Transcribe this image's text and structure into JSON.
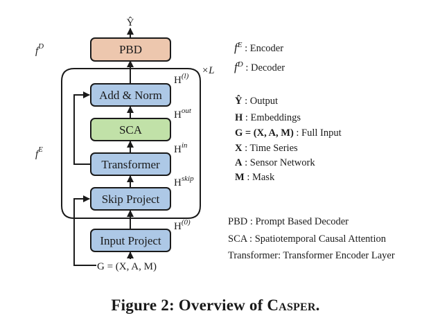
{
  "diagram": {
    "output_label": "Ŷ",
    "blocks": {
      "pbd": "PBD",
      "add_norm": "Add & Norm",
      "sca": "SCA",
      "transformer": "Transformer",
      "skip_project": "Skip Project",
      "input_project": "Input Project"
    },
    "input_label": "G = (X, A, M)",
    "repeat_label": "×L",
    "side_labels": {
      "decoder_f": "f",
      "decoder_sup": "D",
      "encoder_f": "f",
      "encoder_sup": "E"
    },
    "embeddings": [
      {
        "base": "H",
        "sup": "(l)"
      },
      {
        "base": "H",
        "sup": "out"
      },
      {
        "base": "H",
        "sup": "in"
      },
      {
        "base": "H",
        "sup": "skip"
      },
      {
        "base": "H",
        "sup": "(0)"
      }
    ],
    "colors": {
      "pbd_fill": "#EDC7AE",
      "blue_fill": "#ADC8E6",
      "green_fill": "#C1E1A8",
      "stroke": "#1a1a1a"
    }
  },
  "legend": {
    "group1": [
      {
        "symbol": "f",
        "sup": "E",
        "desc": ": Encoder"
      },
      {
        "symbol": "f",
        "sup": "D",
        "desc": ": Decoder"
      }
    ],
    "group2": [
      {
        "symbol": "Ŷ",
        "desc": " : Output"
      },
      {
        "symbol": "H",
        "desc": " : Embeddings"
      },
      {
        "symbol": "G = (X, A, M)",
        "desc": " : Full Input"
      },
      {
        "symbol": "X",
        "desc": " : Time Series"
      },
      {
        "symbol": "A",
        "desc": " : Sensor Network"
      },
      {
        "symbol": "M",
        "desc": " : Mask"
      }
    ],
    "group3": [
      {
        "abbr": "PBD",
        "desc": " : Prompt Based Decoder"
      },
      {
        "abbr": "SCA",
        "desc": " : Spatiotemporal Causal Attention"
      },
      {
        "abbr": "Transformer:",
        "desc": " Transformer Encoder Layer"
      }
    ]
  },
  "caption": {
    "prefix": "Figure 2: Overview of ",
    "name": "Casper",
    "suffix": "."
  }
}
